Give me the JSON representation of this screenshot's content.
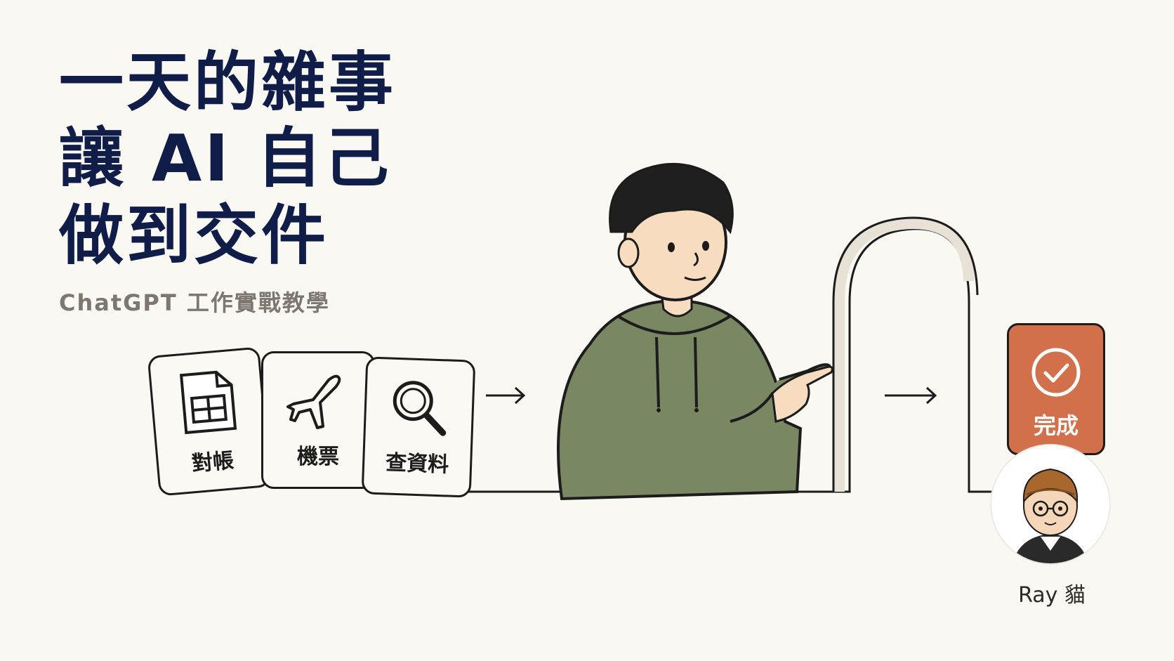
{
  "headline": {
    "line1": "一天的雜事",
    "line2": "讓 AI 自己",
    "line3": "做到交件"
  },
  "subtitle": "ChatGPT 工作實戰教學",
  "tasks": [
    {
      "label": "對帳",
      "icon": "spreadsheet-icon"
    },
    {
      "label": "機票",
      "icon": "airplane-icon"
    },
    {
      "label": "查資料",
      "icon": "magnifier-icon"
    }
  ],
  "done": {
    "label": "完成",
    "icon": "checkmark-icon"
  },
  "author": {
    "name": "Ray 貓"
  },
  "colors": {
    "background": "#faf8f3",
    "title": "#0f1d48",
    "subtitle": "#7d776f",
    "hoodie": "#7a8763",
    "done": "#d2704c",
    "hair": "#1f1f1f",
    "skin": "#f7dcc0"
  }
}
